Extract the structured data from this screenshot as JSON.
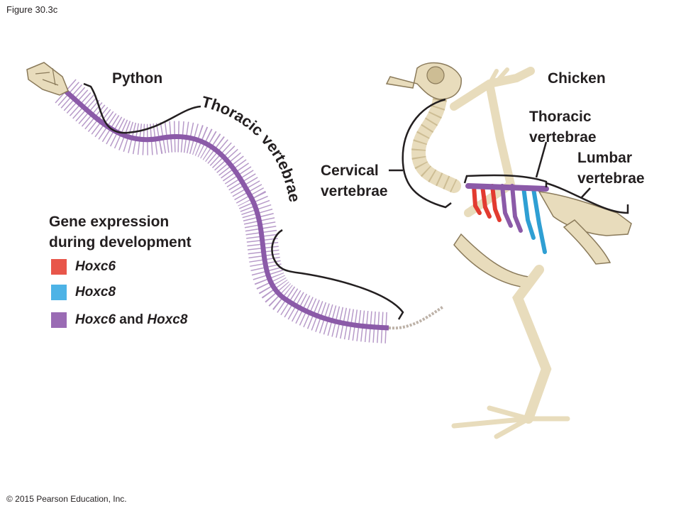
{
  "figure_label": "Figure 30.3c",
  "copyright": "© 2015 Pearson Education, Inc.",
  "python": {
    "title": "Python",
    "thoracic_label": "Thoracic vertebrae"
  },
  "chicken": {
    "title": "Chicken",
    "cervical_line1": "Cervical",
    "cervical_line2": "vertebrae",
    "thoracic_line1": "Thoracic",
    "thoracic_line2": "vertebrae",
    "lumbar_line1": "Lumbar",
    "lumbar_line2": "vertebrae"
  },
  "legend": {
    "title_line1": "Gene expression",
    "title_line2": "during development",
    "items": [
      {
        "gene": "Hoxc6",
        "joiner": "",
        "gene2": "",
        "color": "#e8564a"
      },
      {
        "gene": "Hoxc8",
        "joiner": "",
        "gene2": "",
        "color": "#4db3e6"
      },
      {
        "gene": "Hoxc6",
        "joiner": " and ",
        "gene2": "Hoxc8",
        "color": "#9a6bb4"
      }
    ]
  },
  "colors": {
    "bone": "#e8dcbc",
    "bone_shadow": "#cdbd94",
    "hoxc6": "#e23b30",
    "hoxc8": "#2f9fd3",
    "both": "#8b5aa8"
  }
}
